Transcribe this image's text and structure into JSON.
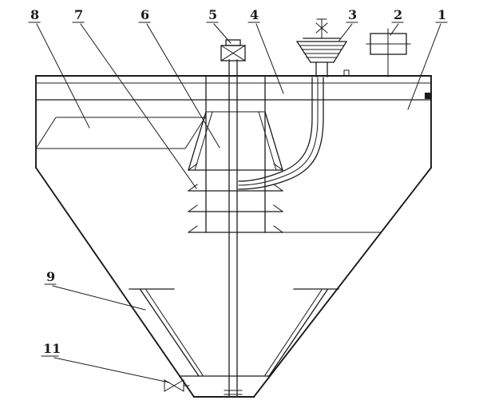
{
  "diagram": {
    "type": "technical-line-drawing",
    "subject": "deep-cone-thickener-sectional-view",
    "background_color": "#ffffff",
    "line_color": "#1b1b1b",
    "callouts": [
      {
        "text": "8"
      },
      {
        "text": "7"
      },
      {
        "text": "6"
      },
      {
        "text": "5"
      },
      {
        "text": "4"
      },
      {
        "text": "3"
      },
      {
        "text": "2"
      },
      {
        "text": "1"
      },
      {
        "text": "9"
      },
      {
        "text": "11"
      }
    ]
  }
}
